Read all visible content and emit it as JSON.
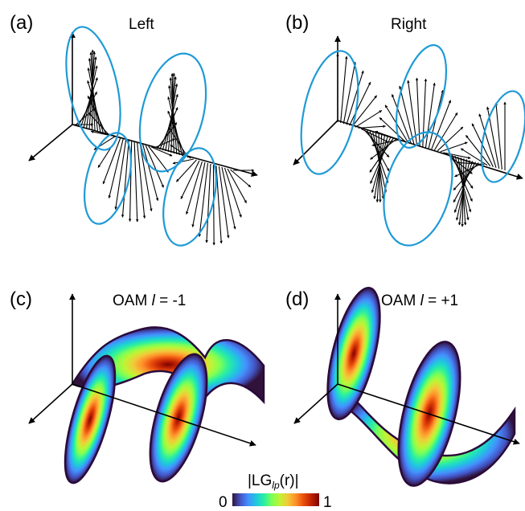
{
  "panels": [
    {
      "label": "(a)",
      "title": "Left"
    },
    {
      "label": "(b)",
      "title": "Right"
    },
    {
      "label": "(c)",
      "title_prefix": "OAM ",
      "title_var": "l",
      "title_suffix": " = -1"
    },
    {
      "label": "(d)",
      "title_prefix": "OAM ",
      "title_var": "l",
      "title_suffix": " = +1"
    }
  ],
  "colorbar": {
    "title_left": "|LG",
    "title_sub": "lp",
    "title_right": "(r)|",
    "min_label": "0",
    "max_label": "1"
  },
  "colors": {
    "ellipse": "#1f9ad6",
    "arrow": "#000000",
    "band_outline": "#2a0a3a",
    "colormap": [
      "#30123b",
      "#4454c4",
      "#4490fe",
      "#1fc8de",
      "#29efa2",
      "#7dff56",
      "#c1f334",
      "#f1ca3a",
      "#fe922a",
      "#ea4f0d",
      "#be2102",
      "#7a0403"
    ]
  }
}
